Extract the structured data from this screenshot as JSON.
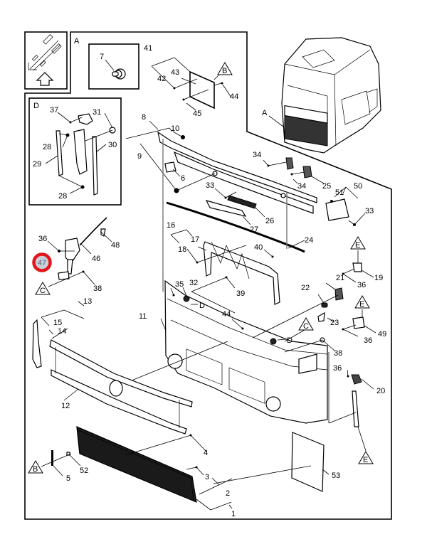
{
  "diagram": {
    "title": "Front panel / grille exploded parts diagram",
    "highlight": {
      "label": "47",
      "ring_color": "#e0161b",
      "fill_color": "#c9d0dc",
      "text_color": "#5a6478"
    },
    "detail_views": {
      "A": {
        "label": "A"
      },
      "D": {
        "label": "D"
      },
      "orientation_icon": "orientation-arrows-icon"
    },
    "reference_markers": [
      "B",
      "B",
      "C",
      "C",
      "E",
      "E",
      "E"
    ],
    "part_labels": [
      {
        "id": "p7",
        "text": "7"
      },
      {
        "id": "p41",
        "text": "41"
      },
      {
        "id": "p42",
        "text": "42"
      },
      {
        "id": "p43",
        "text": "43"
      },
      {
        "id": "p44a",
        "text": "44"
      },
      {
        "id": "p45",
        "text": "45"
      },
      {
        "id": "pA2",
        "text": "A"
      },
      {
        "id": "p37",
        "text": "37"
      },
      {
        "id": "p31",
        "text": "31"
      },
      {
        "id": "p28a",
        "text": "28"
      },
      {
        "id": "p29",
        "text": "29"
      },
      {
        "id": "p30",
        "text": "30"
      },
      {
        "id": "p28b",
        "text": "28"
      },
      {
        "id": "p8",
        "text": "8"
      },
      {
        "id": "p10",
        "text": "10"
      },
      {
        "id": "p9",
        "text": "9"
      },
      {
        "id": "p6",
        "text": "6"
      },
      {
        "id": "p34a",
        "text": "34"
      },
      {
        "id": "p34b",
        "text": "34"
      },
      {
        "id": "p25",
        "text": "25"
      },
      {
        "id": "p50",
        "text": "50"
      },
      {
        "id": "p51",
        "text": "51"
      },
      {
        "id": "p33a",
        "text": "33"
      },
      {
        "id": "p33b",
        "text": "33"
      },
      {
        "id": "p26",
        "text": "26"
      },
      {
        "id": "p27",
        "text": "27"
      },
      {
        "id": "p24",
        "text": "24"
      },
      {
        "id": "p16",
        "text": "16"
      },
      {
        "id": "p17",
        "text": "17"
      },
      {
        "id": "p18",
        "text": "18"
      },
      {
        "id": "p40",
        "text": "40"
      },
      {
        "id": "p39",
        "text": "39"
      },
      {
        "id": "p36a",
        "text": "36"
      },
      {
        "id": "p46",
        "text": "46"
      },
      {
        "id": "p48",
        "text": "48"
      },
      {
        "id": "p38a",
        "text": "38"
      },
      {
        "id": "p35",
        "text": "35"
      },
      {
        "id": "p32",
        "text": "32"
      },
      {
        "id": "pD1",
        "text": "D"
      },
      {
        "id": "p44b",
        "text": "44"
      },
      {
        "id": "pD2",
        "text": "D"
      },
      {
        "id": "p21",
        "text": "21"
      },
      {
        "id": "p22",
        "text": "22"
      },
      {
        "id": "p23",
        "text": "23"
      },
      {
        "id": "p19",
        "text": "19"
      },
      {
        "id": "p36b",
        "text": "36"
      },
      {
        "id": "p49",
        "text": "49"
      },
      {
        "id": "p36c",
        "text": "36"
      },
      {
        "id": "p13",
        "text": "13"
      },
      {
        "id": "p15",
        "text": "15"
      },
      {
        "id": "p14",
        "text": "14"
      },
      {
        "id": "p11",
        "text": "11"
      },
      {
        "id": "p12",
        "text": "12"
      },
      {
        "id": "p38b",
        "text": "38"
      },
      {
        "id": "p36d",
        "text": "36"
      },
      {
        "id": "p20",
        "text": "20"
      },
      {
        "id": "p4",
        "text": "4"
      },
      {
        "id": "p3",
        "text": "3"
      },
      {
        "id": "p2",
        "text": "2"
      },
      {
        "id": "p1",
        "text": "1"
      },
      {
        "id": "p5",
        "text": "5"
      },
      {
        "id": "p52",
        "text": "52"
      },
      {
        "id": "p53",
        "text": "53"
      }
    ],
    "markers": {
      "B1": "B",
      "B2": "B",
      "C1": "C",
      "C2": "C",
      "E1": "E",
      "E2": "E",
      "E3": "E"
    }
  }
}
